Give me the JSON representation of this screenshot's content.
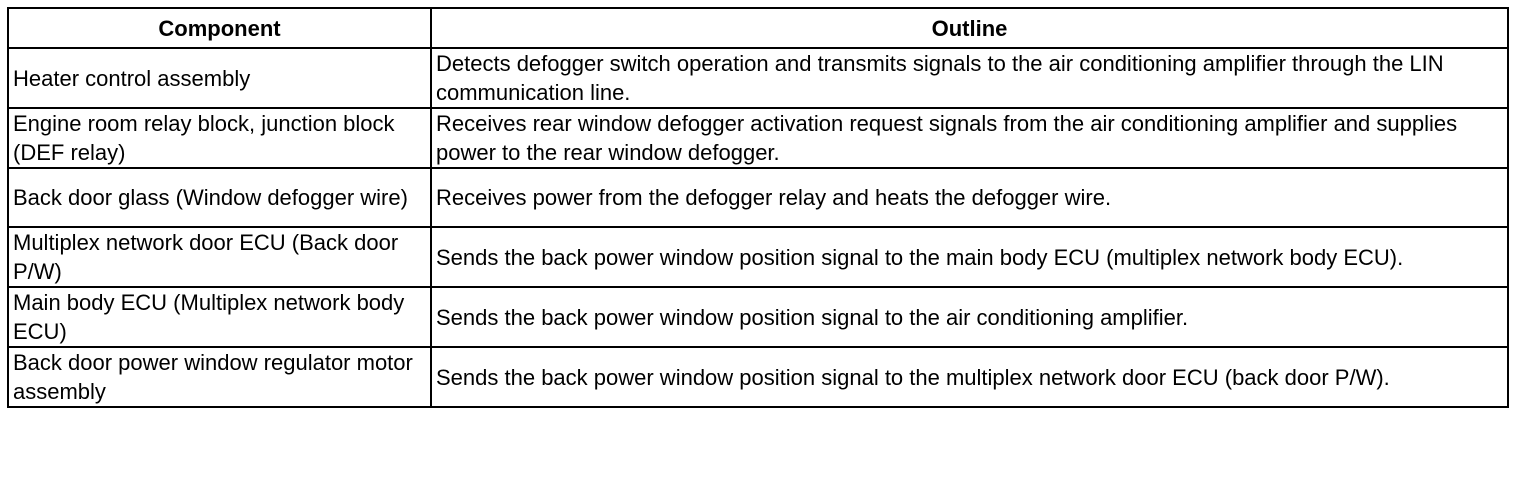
{
  "table": {
    "headers": {
      "component": "Component",
      "outline": "Outline"
    },
    "rows": [
      {
        "component": "Heater control assembly",
        "outline": "Detects defogger switch operation and transmits signals to the air conditioning amplifier through the LIN communication line."
      },
      {
        "component": "Engine room relay block, junction block (DEF relay)",
        "outline": "Receives rear window defogger activation request signals from the air conditioning amplifier and supplies power to the rear window defogger."
      },
      {
        "component": "Back door glass (Window defogger wire)",
        "outline": "Receives power from the defogger relay and heats the defogger wire."
      },
      {
        "component": "Multiplex network door ECU (Back door P/W)",
        "outline": "Sends the back power window position signal to the main body ECU (multiplex network body ECU)."
      },
      {
        "component": "Main body ECU (Multiplex network body ECU)",
        "outline": "Sends the back power window position signal to the air conditioning amplifier."
      },
      {
        "component": "Back door power window regulator motor assembly",
        "outline": "Sends the back power window position signal to the multiplex network door ECU (back door P/W)."
      }
    ]
  }
}
